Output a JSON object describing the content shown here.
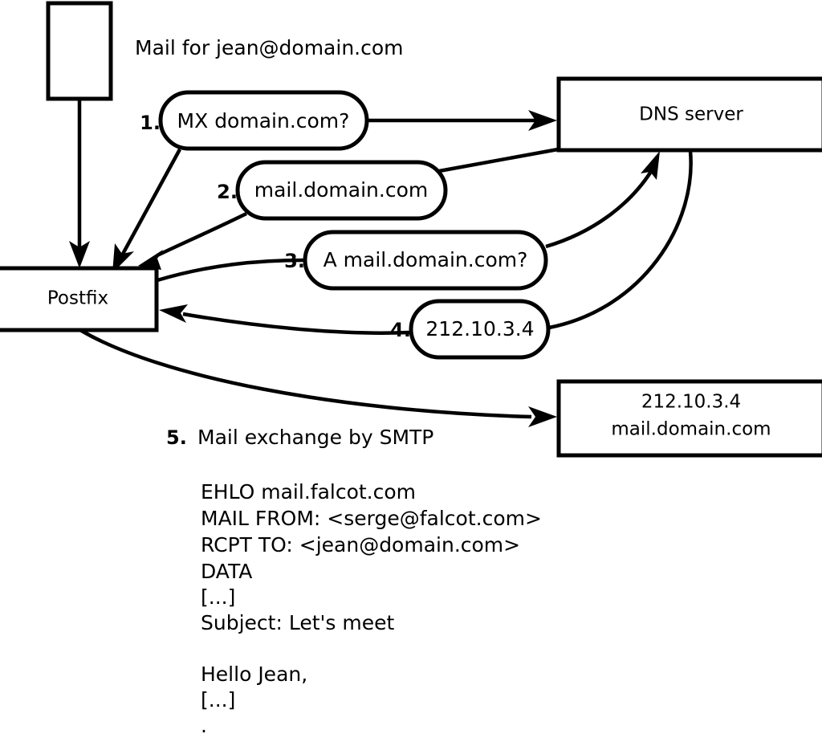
{
  "diagram": {
    "title_caption": "Mail for jean@domain.com",
    "nodes": {
      "sender_box": {
        "label": ""
      },
      "postfix_box": {
        "label": "Postfix"
      },
      "dns_box": {
        "label": "DNS server"
      },
      "target_box": {
        "line1": "212.10.3.4",
        "line2": "mail.domain.com"
      }
    },
    "steps": [
      {
        "num": "1.",
        "label": "MX domain.com?"
      },
      {
        "num": "2.",
        "label": "mail.domain.com"
      },
      {
        "num": "3.",
        "label": "A mail.domain.com?"
      },
      {
        "num": "4.",
        "label": "212.10.3.4"
      }
    ],
    "step5": {
      "num": "5.",
      "label": "Mail exchange by SMTP"
    },
    "transcript": [
      "EHLO mail.falcot.com",
      "MAIL FROM: <serge@falcot.com>",
      "RCPT TO: <jean@domain.com>",
      "DATA",
      "[...]",
      "Subject: Let's meet",
      "",
      "Hello Jean,",
      "[...]",
      "",
      "."
    ],
    "colors": {
      "stroke": "#000000",
      "fill": "#ffffff",
      "text": "#000000"
    }
  }
}
